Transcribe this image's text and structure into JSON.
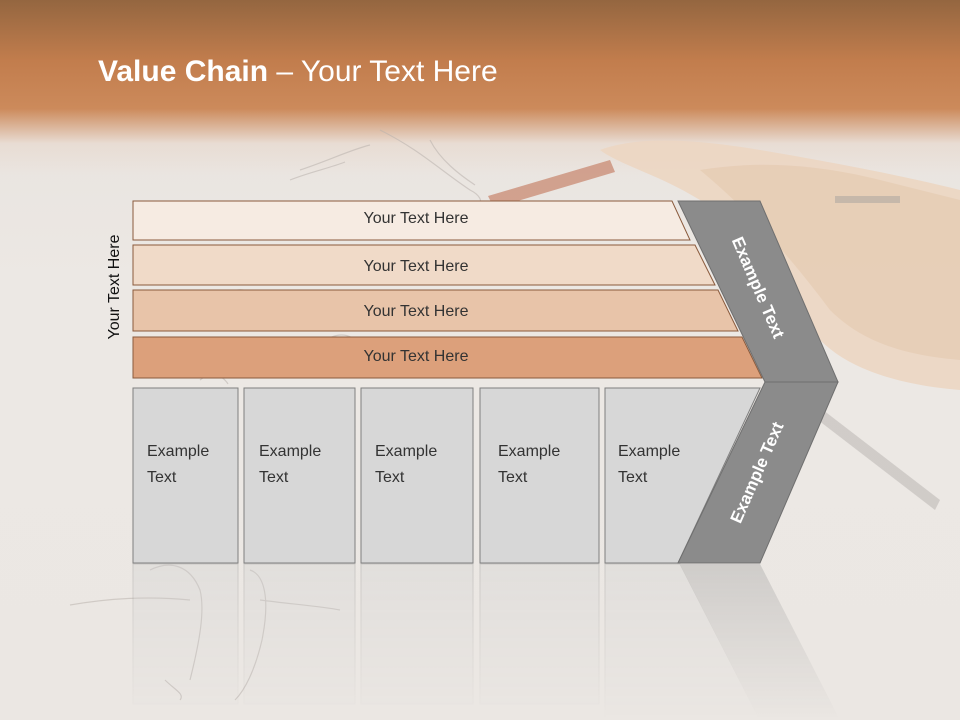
{
  "slide": {
    "title_bold": "Value Chain",
    "title_rest": " – Your Text Here",
    "vertical_label": "Your Text Here"
  },
  "rows": [
    {
      "label": "Your Text Here",
      "color": "#f6ebe2"
    },
    {
      "label": "Your Text Here",
      "color": "#f0dac8"
    },
    {
      "label": "Your Text Here",
      "color": "#e8c4a9"
    },
    {
      "label": "Your Text Here",
      "color": "#dca07b"
    }
  ],
  "boxes": [
    {
      "label": "Example\nText"
    },
    {
      "label": "Example\nText"
    },
    {
      "label": "Example\nText"
    },
    {
      "label": "Example\nText"
    },
    {
      "label": "Example\nText"
    }
  ],
  "chevron": {
    "top_label": "Example Text",
    "bottom_label": "Example Text",
    "color": "#8b8b8b"
  },
  "colors": {
    "header": "#c27d4d",
    "box_fill": "#d7d7d7",
    "row_stroke": "#8a5a3c"
  }
}
